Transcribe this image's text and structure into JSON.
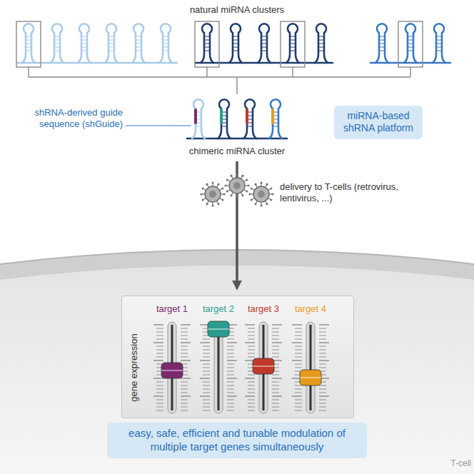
{
  "diagram": {
    "nodes": [
      {
        "text": [
          "miRNA-based shRNA platform"
        ]
      },
      {
        "text": [
          "gene expression",
          "target 1",
          "target 2",
          "target 3",
          "target 4"
        ]
      },
      {
        "text": [
          "easy, safe, efficient and tunable modulation of multiple target genes simultaneously"
        ]
      }
    ],
    "labels": [
      "natural miRNA clusters",
      "shRNA-derived guide sequence (shGuide)",
      "chimeric miRNA cluster",
      "delivery to T-cells (retrovirus, lentivirus, ...)",
      "T-cell"
    ]
  }
}
